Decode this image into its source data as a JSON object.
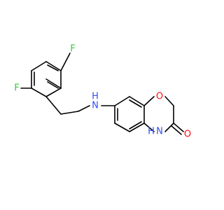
{
  "molecule": {
    "atoms": [
      {
        "id": "F1",
        "label": "F",
        "color": "#33cc33"
      },
      {
        "id": "F2",
        "label": "F",
        "color": "#33cc33"
      },
      {
        "id": "NH",
        "label": "N",
        "h_label": "H",
        "color": "#3050f8"
      },
      {
        "id": "NH2",
        "label": "N",
        "h_label": "H",
        "color": "#3050f8"
      },
      {
        "id": "O1",
        "label": "O",
        "color": "#ff0d0d"
      },
      {
        "id": "O2",
        "label": "O",
        "color": "#ff0d0d"
      }
    ]
  }
}
